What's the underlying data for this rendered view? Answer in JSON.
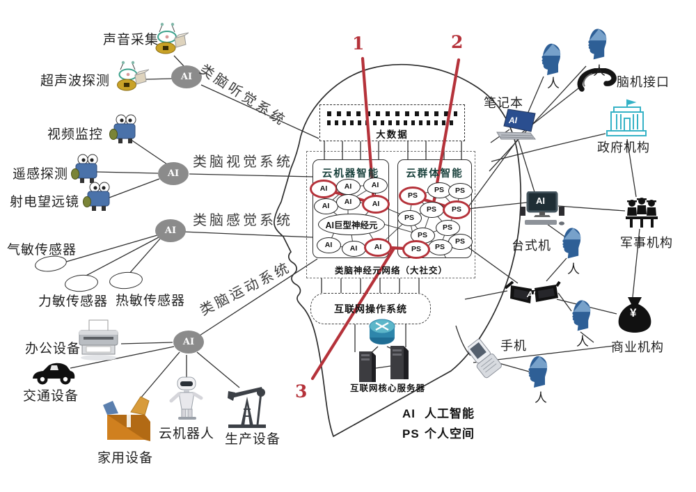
{
  "markers": {
    "m1": "1",
    "m2": "2",
    "m3": "3"
  },
  "hub_label": "AI",
  "systems": {
    "auditory": "类脑听觉系统",
    "visual": "类脑视觉系统",
    "sensory": "类脑感觉系统",
    "motor": "类脑运动系统"
  },
  "left_devices": [
    {
      "id": "sound-collection",
      "label": "声音采集"
    },
    {
      "id": "ultrasonic-detection",
      "label": "超声波探测"
    },
    {
      "id": "video-surveillance",
      "label": "视频监控"
    },
    {
      "id": "remote-sensing",
      "label": "遥感探测"
    },
    {
      "id": "radio-telescope",
      "label": "射电望远镜"
    },
    {
      "id": "gas-sensor",
      "label": "气敏传感器"
    },
    {
      "id": "force-sensor",
      "label": "力敏传感器"
    },
    {
      "id": "thermal-sensor",
      "label": "热敏传感器"
    },
    {
      "id": "office-equipment",
      "label": "办公设备"
    },
    {
      "id": "transport-equipment",
      "label": "交通设备"
    },
    {
      "id": "household-equipment",
      "label": "家用设备"
    },
    {
      "id": "cloud-robot",
      "label": "云机器人"
    },
    {
      "id": "production-equipment",
      "label": "生产设备"
    }
  ],
  "brain": {
    "big_data": "大数据",
    "machine_title": "云机器智能",
    "swarm_title": "云群体智能",
    "giant_neuron": "AI巨型神经元",
    "node_ai": "AI",
    "node_ps": "PS",
    "network_caption": "类脑神经元网络（大社交）",
    "os_label": "互联网操作系统",
    "servers_label": "互联网核心服务器"
  },
  "right_labels": {
    "laptop": "笔记本",
    "person": "人",
    "bci": "脑机接口",
    "government": "政府机构",
    "desktop": "台式机",
    "military": "军事机构",
    "phone": "手机",
    "business": "商业机构"
  },
  "icon_text": {
    "ai": "AI",
    "yuan": "¥"
  },
  "legend": {
    "items": [
      {
        "key": "AI",
        "value": "人工智能"
      },
      {
        "key": "PS",
        "value": "个人空间"
      }
    ]
  },
  "colors": {
    "red": "#b5323a",
    "teal": "#35b2c6",
    "person_blue": "#2e5f96"
  }
}
